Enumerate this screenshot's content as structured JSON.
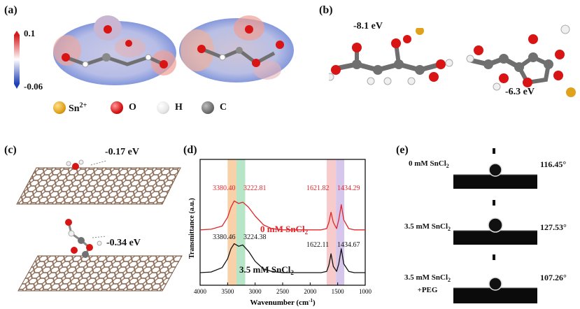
{
  "panel_a": {
    "label": "(a)",
    "scale_max": "0.1",
    "scale_min": "-0.06",
    "legend": [
      {
        "sym": "Sn",
        "sup": "2+",
        "color": "#e0a21c"
      },
      {
        "sym": "O",
        "sup": "",
        "color": "#d81414"
      },
      {
        "sym": "H",
        "sup": "",
        "color": "#eeeeee"
      },
      {
        "sym": "C",
        "sup": "",
        "color": "#6e6e6e"
      }
    ]
  },
  "panel_b": {
    "label": "(b)",
    "energy_left": "-8.1 eV",
    "energy_right": "-6.3 eV"
  },
  "panel_c": {
    "label": "(c)",
    "energy_top": "-0.17 eV",
    "energy_bottom": "-0.34 eV"
  },
  "panel_d": {
    "label": "(d)",
    "ylabel": "Transmittance (a.u.)",
    "xlabel_main": "Wavenumber (cm",
    "xlabel_sup": "-1",
    "xlabel_end": ")",
    "series_top_name": "0 mM SnCl",
    "series_top_sub": "2",
    "series_bottom_name": "3.5 mM SnCl",
    "series_bottom_sub": "2",
    "top_peak_labels": [
      "3380.40",
      "3222.81",
      "1621.82",
      "1434.29"
    ],
    "bottom_peak_labels": [
      "3380.46",
      "3224.38",
      "1622.11",
      "1434.67"
    ],
    "x_ticks": [
      "4000",
      "3500",
      "3000",
      "2500",
      "2000",
      "1500",
      "1000"
    ]
  },
  "panel_e": {
    "label": "(e)",
    "rows": [
      {
        "label_main": "0 mM SnCl",
        "label_sub": "2",
        "label_extra": "",
        "angle": "116.45°",
        "fraction": 0.62
      },
      {
        "label_main": "3.5 mM SnCl",
        "label_sub": "2",
        "label_extra": "",
        "angle": "127.53°",
        "fraction": 0.7
      },
      {
        "label_main": "3.5 mM SnCl",
        "label_sub": "2",
        "label_extra": "+PEG",
        "angle": "107.26°",
        "fraction": 0.56
      }
    ]
  },
  "chart_data": {
    "type": "line",
    "xlabel": "Wavenumber (cm-1)",
    "ylabel": "Transmittance (a.u.)",
    "xlim": [
      4000,
      1000
    ],
    "x_ticks": [
      4000,
      3500,
      3000,
      2500,
      2000,
      1500,
      1000
    ],
    "highlight_bands": [
      {
        "from": 3500,
        "to": 3340,
        "color": "#f5c28c"
      },
      {
        "from": 3340,
        "to": 3180,
        "color": "#9fdcb4"
      },
      {
        "from": 1700,
        "to": 1530,
        "color": "#f4b9b9"
      },
      {
        "from": 1530,
        "to": 1380,
        "color": "#c8b3e6"
      }
    ],
    "series": [
      {
        "name": "0 mM SnCl2",
        "color": "#e0262a",
        "x": [
          4000,
          3800,
          3600,
          3500,
          3440,
          3380.4,
          3300,
          3222.81,
          3120,
          3000,
          2850,
          2700,
          2500,
          2300,
          2100,
          1900,
          1800,
          1700,
          1660,
          1621.82,
          1580,
          1520,
          1480,
          1434.29,
          1390,
          1300,
          1200,
          1100,
          1000
        ],
        "y": [
          0.44,
          0.445,
          0.47,
          0.54,
          0.62,
          0.67,
          0.65,
          0.66,
          0.62,
          0.55,
          0.48,
          0.45,
          0.44,
          0.44,
          0.44,
          0.44,
          0.44,
          0.45,
          0.5,
          0.58,
          0.5,
          0.45,
          0.52,
          0.64,
          0.52,
          0.45,
          0.44,
          0.44,
          0.44
        ]
      },
      {
        "name": "3.5 mM SnCl2",
        "color": "#111111",
        "x": [
          4000,
          3800,
          3600,
          3500,
          3440,
          3380.46,
          3300,
          3224.38,
          3120,
          3000,
          2850,
          2700,
          2500,
          2300,
          2100,
          1900,
          1800,
          1700,
          1660,
          1622.11,
          1580,
          1520,
          1480,
          1434.67,
          1390,
          1300,
          1200,
          1100,
          1000
        ],
        "y": [
          0.1,
          0.105,
          0.14,
          0.21,
          0.29,
          0.33,
          0.31,
          0.32,
          0.27,
          0.19,
          0.13,
          0.11,
          0.1,
          0.1,
          0.1,
          0.1,
          0.1,
          0.11,
          0.16,
          0.25,
          0.15,
          0.11,
          0.17,
          0.29,
          0.17,
          0.11,
          0.1,
          0.1,
          0.1
        ]
      }
    ]
  }
}
